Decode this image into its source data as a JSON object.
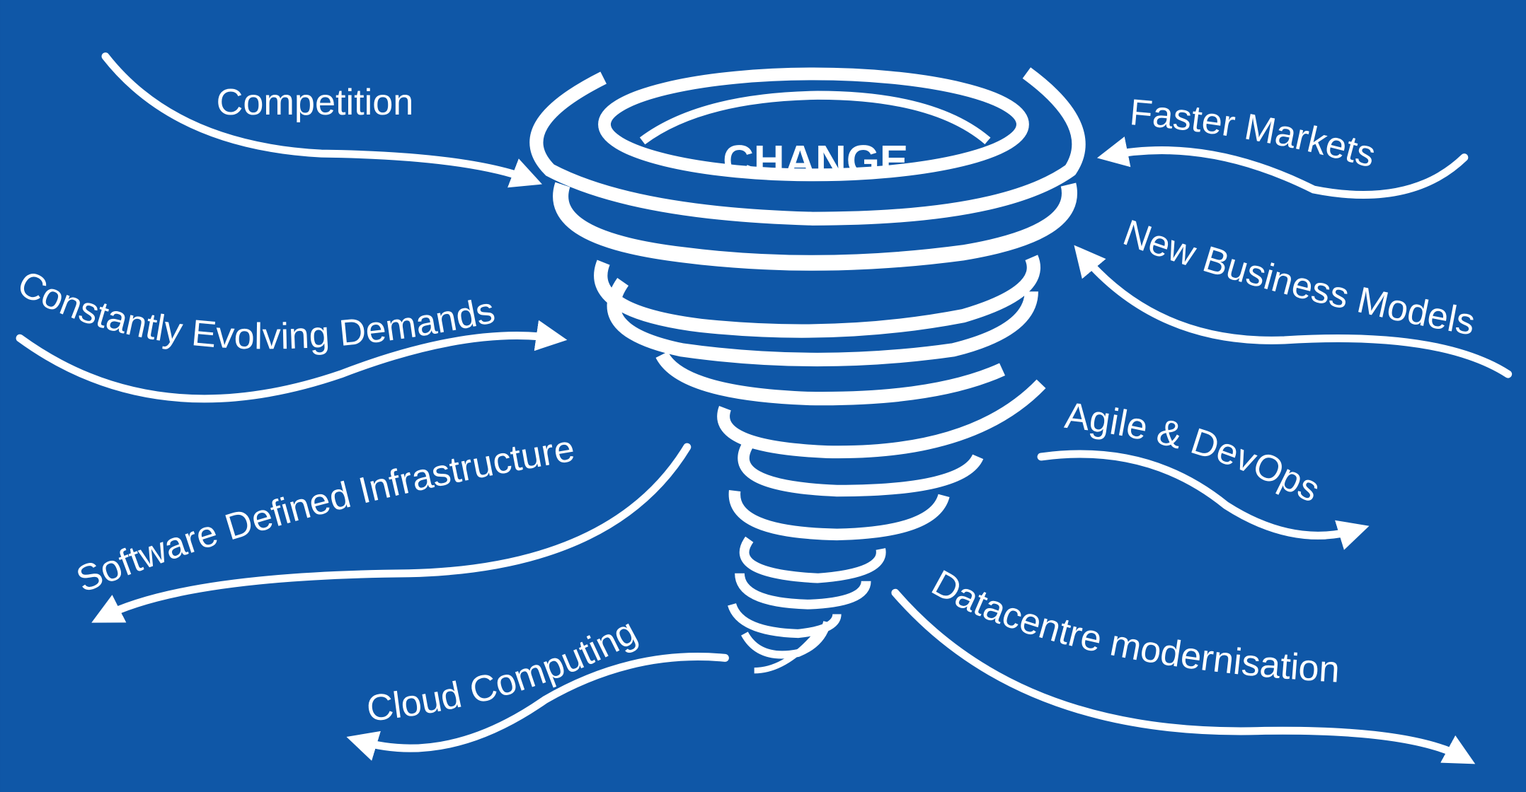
{
  "center": {
    "title": "CHANGE"
  },
  "drivers": {
    "competition": "Competition",
    "constantly_evolving_demands": "Constantly Evolving Demands",
    "software_defined_infrastructure": "Software Defined Infrastructure",
    "cloud_computing": "Cloud Computing",
    "faster_markets": "Faster Markets",
    "new_business_models": "New Business Models",
    "agile_devops": "Agile & DevOps",
    "datacentre_modernisation": "Datacentre modernisation"
  },
  "colors": {
    "background": "#0f57a7",
    "foreground": "#ffffff"
  }
}
